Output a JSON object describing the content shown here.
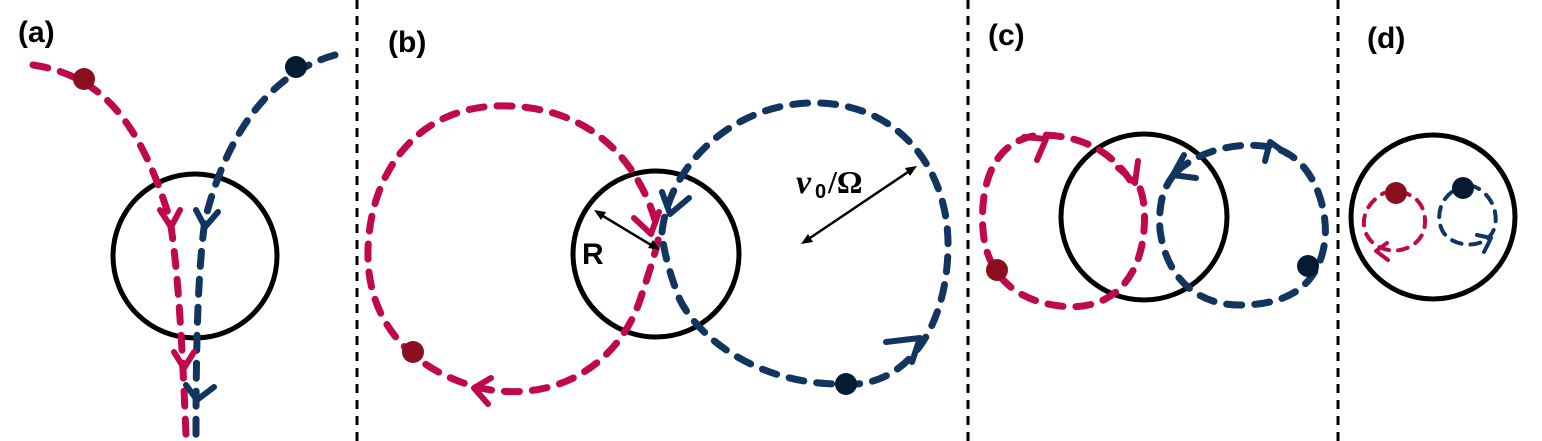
{
  "panels": [
    {
      "label": "(a)"
    },
    {
      "label": "(b)"
    },
    {
      "label": "(c)"
    },
    {
      "label": "(d)"
    }
  ],
  "annotations": {
    "radius": "R",
    "orbit_v": "v",
    "orbit_sub": "0",
    "orbit_rest": "/Ω"
  },
  "colors": {
    "red_trajectory": "#c0094a",
    "blue_trajectory": "#12355f",
    "red_particle": "#8a1020",
    "blue_particle": "#071a33"
  }
}
